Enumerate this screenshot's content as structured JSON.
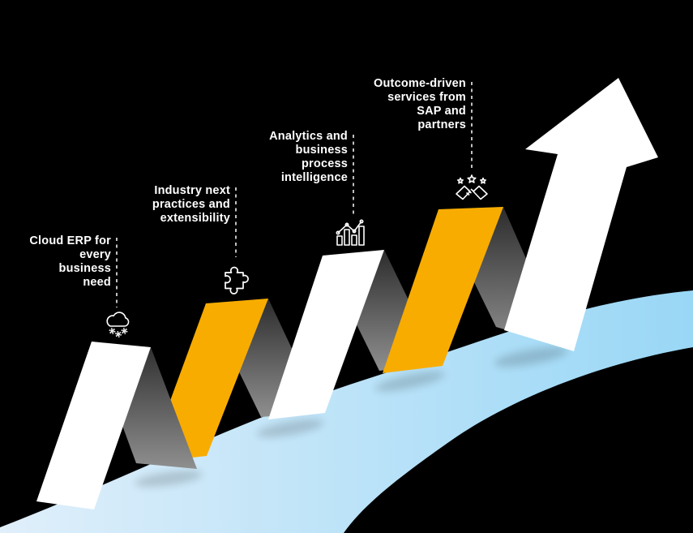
{
  "colors": {
    "background": "#000000",
    "text": "#ffffff",
    "connector": "#ffffff",
    "ribbon_white": "#ffffff",
    "ribbon_gold": "#f8ac00",
    "fold_top": "#2c2c2c",
    "fold_bottom": "#8f8f8f",
    "swoosh_left": "#e0effa",
    "swoosh_right": "#99d7f6",
    "arrow": "#ffffff",
    "icon_stroke": "#ffffff"
  },
  "steps": [
    {
      "id": 1,
      "label": "Cloud ERP for\nevery\nbusiness\nneed",
      "icon": "cloud-erp-icon"
    },
    {
      "id": 2,
      "label": "Industry next\npractices and\nextensibility",
      "icon": "puzzle-piece-icon"
    },
    {
      "id": 3,
      "label": "Analytics and\nbusiness\nprocess\nintelligence",
      "icon": "analytics-chart-icon"
    },
    {
      "id": 4,
      "label": "Outcome-driven\nservices from\nSAP and\npartners",
      "icon": "handshake-icon"
    }
  ]
}
